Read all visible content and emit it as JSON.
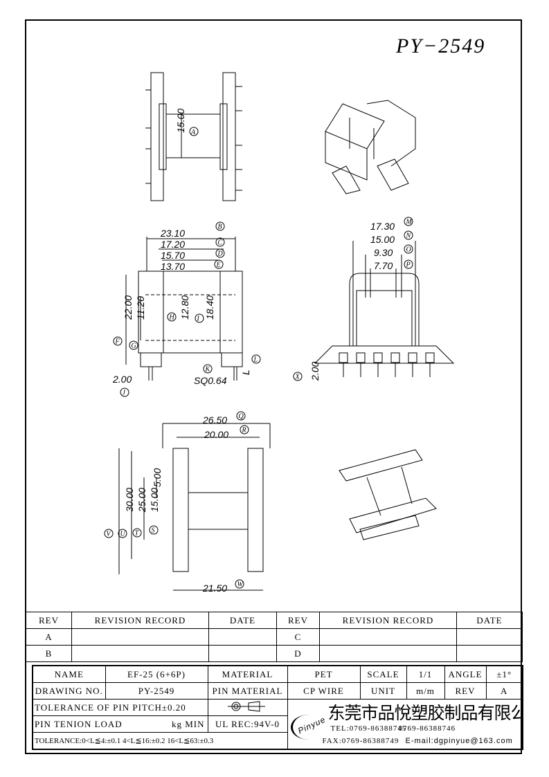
{
  "drawing_title": "PY−2549",
  "dims": {
    "A": {
      "v": "15.00",
      "c": "A"
    },
    "B": {
      "v": "23.10",
      "c": "B"
    },
    "C": {
      "v": "17.20",
      "c": "C"
    },
    "D": {
      "v": "15.70",
      "c": "D"
    },
    "E": {
      "v": "13.70",
      "c": "E"
    },
    "F": {
      "v": "22.00",
      "c": "F"
    },
    "G": {
      "v": "11.20",
      "c": "G"
    },
    "H": {
      "v": "12.80",
      "c": "H"
    },
    "I": {
      "v": "18.40",
      "c": "I"
    },
    "J": {
      "v": "2.00",
      "c": "J"
    },
    "K": {
      "v": "SQ0.64",
      "c": "K"
    },
    "L": {
      "v": "L",
      "c": "L"
    },
    "M": {
      "v": "17.30",
      "c": "M"
    },
    "N": {
      "v": "15.00",
      "c": "N"
    },
    "O": {
      "v": "9.30",
      "c": "O"
    },
    "P": {
      "v": "7.70",
      "c": "P"
    },
    "X": {
      "v": "2.00",
      "c": "X"
    },
    "Q": {
      "v": "26.50",
      "c": "Q"
    },
    "R": {
      "v": "20.00",
      "c": "R"
    },
    "V": {
      "v": "30.00",
      "c": "V"
    },
    "U": {
      "v": "25.00",
      "c": "U"
    },
    "T": {
      "v": "15.00",
      "c": "T"
    },
    "S": {
      "v": "5.00",
      "c": "S"
    },
    "W": {
      "v": "21.50",
      "c": "W"
    }
  },
  "revision_table": {
    "headers": [
      "REV",
      "REVISION RECORD",
      "DATE",
      "REV",
      "REVISION RECORD",
      "DATE"
    ],
    "rows": [
      [
        "A",
        "",
        "",
        "C",
        "",
        ""
      ],
      [
        "B",
        "",
        "",
        "D",
        "",
        ""
      ]
    ]
  },
  "title_block": {
    "name_label": "NAME",
    "name": "EF-25 (6+6P)",
    "material_label": "MATERIAL",
    "material": "PET",
    "scale_label": "SCALE",
    "scale": "1/1",
    "angle_label": "ANGLE",
    "angle": "±1°",
    "drawing_no_label": "DRAWING NO.",
    "drawing_no": "PY-2549",
    "pin_material_label": "PIN MATERIAL",
    "pin_material": "CP WIRE",
    "unit_label": "UNIT",
    "unit": "m/m",
    "rev_label": "REV",
    "rev": "A",
    "pin_pitch_tol": "TOLERANCE OF PIN PITCH±0.20",
    "pin_tension": "PIN TENION LOAD",
    "pin_tension_unit": "kg MIN",
    "ul": "UL REC:94V-0",
    "tolerance": "TOLERANCE:0<L≦4:±0.1  4<L≦16:±0.2  16<L≦63:±0.3",
    "company": "东莞市品悅塑胶制品有限公司",
    "logo": "Pinyue",
    "tel": "TEL:0769-86388745",
    "tel2": "0769-86388746",
    "fax": "FAX:0769-86388749",
    "email": "E-mail:dgpinyue@163.com"
  }
}
